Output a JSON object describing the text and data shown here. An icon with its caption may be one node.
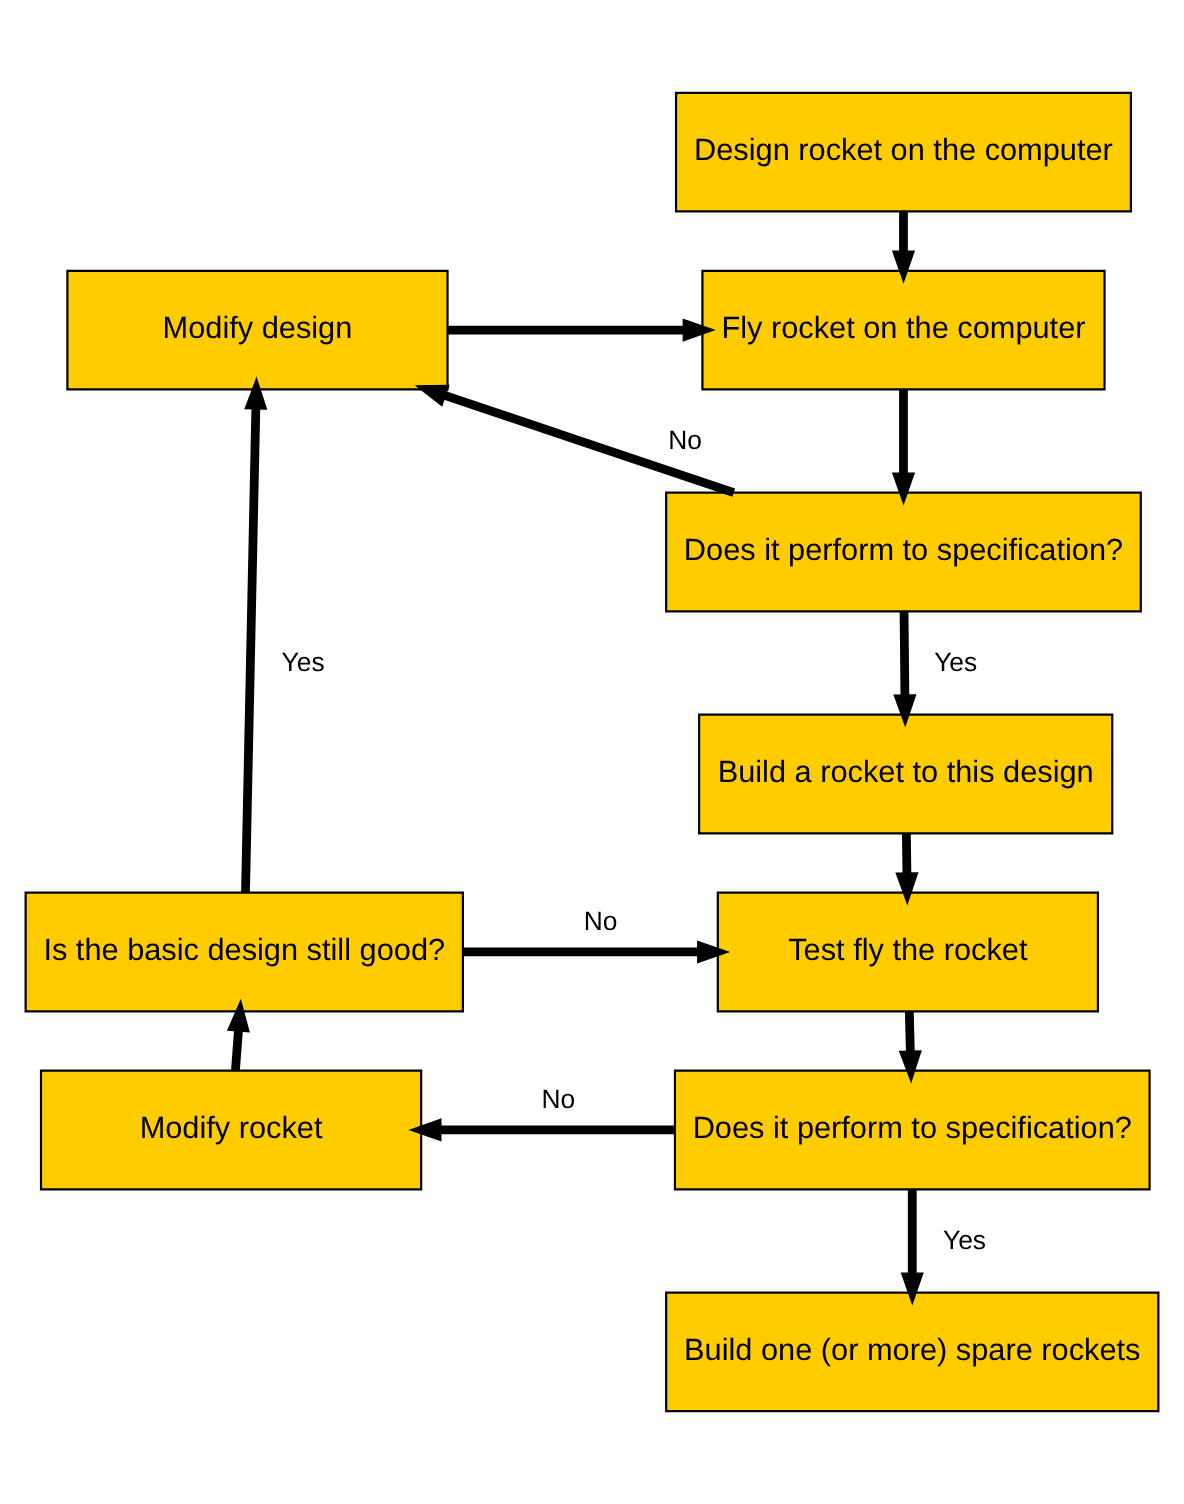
{
  "diagram": {
    "nodes": [
      {
        "text": [
          "Design rocket on the computer"
        ]
      },
      {
        "text": [
          "Fly rocket on the computer"
        ]
      },
      {
        "text": [
          "Modify design"
        ]
      },
      {
        "text": [
          "Does it perform to specification?"
        ]
      },
      {
        "text": [
          "Build a rocket to this design"
        ]
      },
      {
        "text": [
          "Is the basic design still good?"
        ]
      },
      {
        "text": [
          "Test fly the rocket"
        ]
      },
      {
        "text": [
          "Modify rocket"
        ]
      },
      {
        "text": [
          "Does it perform to specification?"
        ]
      },
      {
        "text": [
          "Build one (or more) spare rockets"
        ]
      }
    ],
    "edges": [
      {
        "from": 0,
        "to": 1,
        "arrow": "to"
      },
      {
        "from": 2,
        "to": 1,
        "arrow": "to"
      },
      {
        "from": 1,
        "to": 3,
        "arrow": "to"
      },
      {
        "from": 3,
        "to": 2,
        "arrow": "to",
        "label": "No"
      },
      {
        "from": 3,
        "to": 4,
        "arrow": "to",
        "label": "Yes"
      },
      {
        "from": 4,
        "to": 6,
        "arrow": "to"
      },
      {
        "from": 5,
        "to": 2,
        "arrow": "to",
        "label": "Yes"
      },
      {
        "from": 5,
        "to": 6,
        "arrow": "to",
        "label": "No"
      },
      {
        "from": 6,
        "to": 8,
        "arrow": "to"
      },
      {
        "from": 8,
        "to": 7,
        "arrow": "to",
        "label": "No"
      },
      {
        "from": 7,
        "to": 5,
        "arrow": "to"
      },
      {
        "from": 8,
        "to": 9,
        "arrow": "to",
        "label": "Yes"
      }
    ]
  }
}
